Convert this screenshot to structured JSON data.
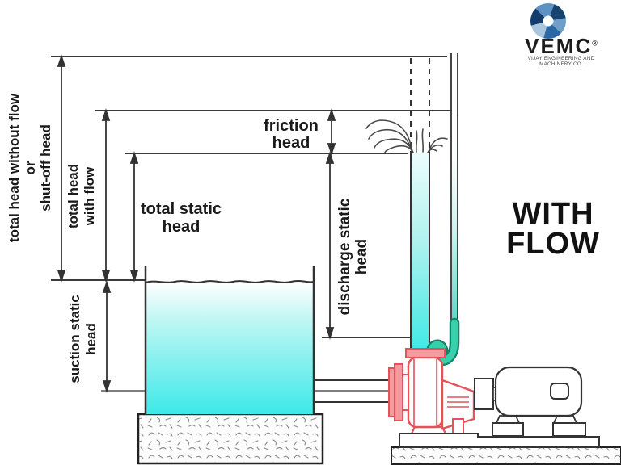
{
  "logo": {
    "brand": "VEMC",
    "registered": "®",
    "tagline": "VIJAY ENGINEERING AND MACHINERY CO."
  },
  "labels": {
    "shut_off": "total head without flow\nor\nshut-off head",
    "total_head_with_flow": "total head\nwith flow",
    "total_static_head": "total static\nhead",
    "friction_head": "friction\nhead",
    "discharge_static_head": "discharge static\nhead",
    "suction_static_head": "suction static\nhead",
    "mode": "WITH\nFLOW"
  },
  "colors": {
    "water_cyan": "#3DE9E9",
    "bend_teal": "#38CFAB",
    "pump_red": "#E8505A",
    "logo_blue": "#2A67A4",
    "line_black": "#333333"
  }
}
